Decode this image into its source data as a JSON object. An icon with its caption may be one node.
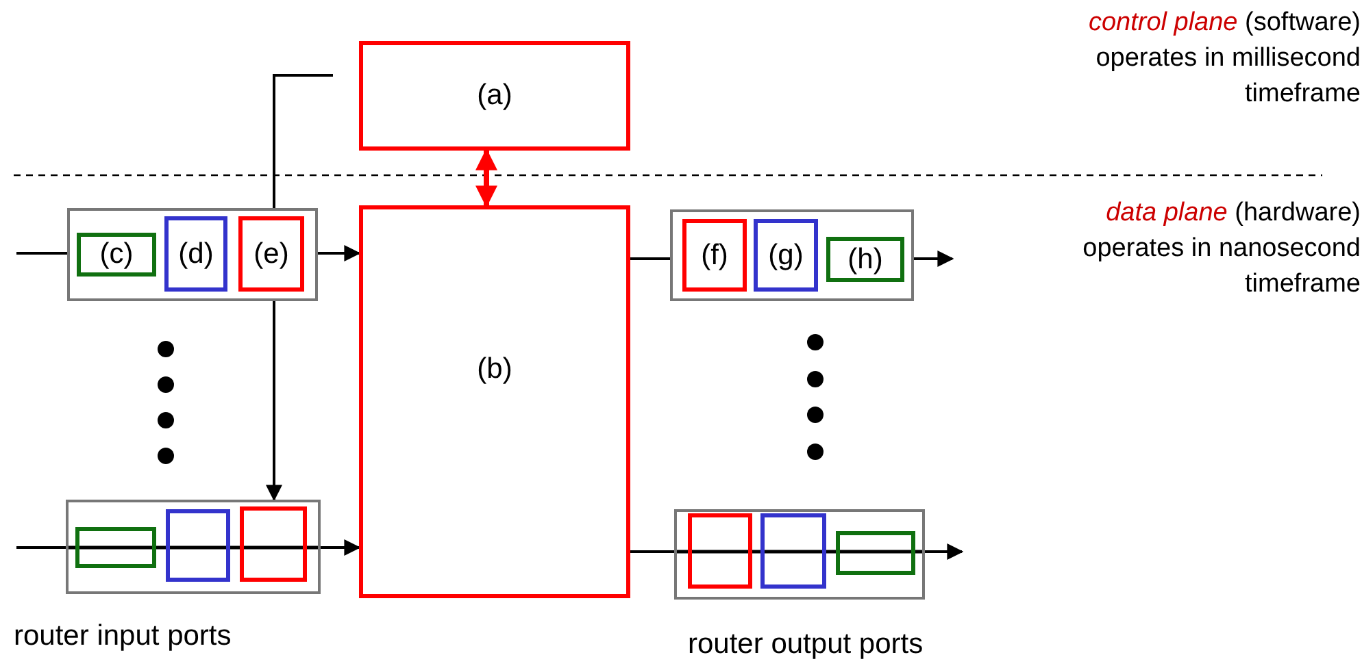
{
  "diagram": {
    "nodes": [
      {
        "text": [
          "(a)"
        ]
      },
      {
        "text": [
          "(b)"
        ]
      },
      {
        "text": [],
        "shape": "box"
      },
      {
        "text": [
          "(c)"
        ],
        "in": 2
      },
      {
        "text": [
          "(d)"
        ],
        "in": 2
      },
      {
        "text": [
          "(e)"
        ],
        "in": 2
      },
      {
        "text": [],
        "shape": "box"
      },
      {
        "text": [],
        "shape": "box",
        "in": 6
      },
      {
        "text": [],
        "shape": "box",
        "in": 6
      },
      {
        "text": [],
        "shape": "box",
        "in": 6
      },
      {
        "text": [],
        "shape": "box"
      },
      {
        "text": [
          "(f)"
        ],
        "in": 10
      },
      {
        "text": [
          "(g)"
        ],
        "in": 10
      },
      {
        "text": [
          "(h)"
        ],
        "in": 10
      },
      {
        "text": [],
        "shape": "box"
      },
      {
        "text": [],
        "shape": "box",
        "in": 14
      },
      {
        "text": [],
        "shape": "box",
        "in": 14
      },
      {
        "text": [],
        "shape": "box",
        "in": 14
      }
    ],
    "edges": [
      {
        "from": 0,
        "to": 1,
        "arrow": "both",
        "style": "thick",
        "color": "#ff0000"
      },
      {
        "from": null,
        "to": 2,
        "arrow": "none"
      },
      {
        "from": 2,
        "to": 1,
        "arrow": "to"
      },
      {
        "from": null,
        "to": 6,
        "arrow": "to"
      },
      {
        "from": null,
        "to": 6,
        "arrow": "none"
      },
      {
        "from": 6,
        "to": 1,
        "arrow": "to"
      },
      {
        "from": 1,
        "to": 10,
        "arrow": "none"
      },
      {
        "from": 10,
        "to": null,
        "arrow": "to"
      },
      {
        "from": 1,
        "to": 14,
        "arrow": "none"
      },
      {
        "from": 14,
        "to": null,
        "arrow": "to"
      }
    ],
    "labels": [
      "*control plane* (software) operates in millisecond timeframe",
      "*data plane* (hardware) operates in nanosecond timeframe",
      "router input ports",
      "router output ports"
    ]
  }
}
